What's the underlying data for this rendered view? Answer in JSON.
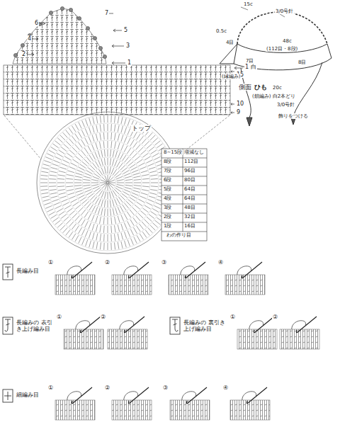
{
  "diagram": {
    "labels": [
      "7",
      "6",
      "5",
      "4",
      "3",
      "2",
      "1",
      "1 白",
      "15",
      "側面",
      "10",
      "9",
      "トップ",
      "8~15段",
      "増減なし",
      "8段",
      "112目",
      "7段",
      "96目",
      "6段",
      "80目",
      "5段",
      "64目",
      "4段",
      "64目",
      "3段",
      "48目",
      "2段",
      "32目",
      "1段",
      "16目",
      "わの作り目",
      "15c",
      "3/0号針",
      "0.5c",
      "4目",
      "48c",
      "(112目・8段)",
      "7目",
      "8目",
      "(縁編み)",
      "ひも",
      "20c",
      "(鎖編み) 白2本どり",
      "3/0号針",
      "飾りをつける",
      "長編み目",
      "①",
      "②",
      "③",
      "④",
      "長編みの 表引き上げ編み目",
      "①",
      "②",
      "長編みの 裏引き上げ編み目",
      "①",
      "②",
      "細編み目",
      "①",
      "②",
      "③",
      "④"
    ]
  }
}
